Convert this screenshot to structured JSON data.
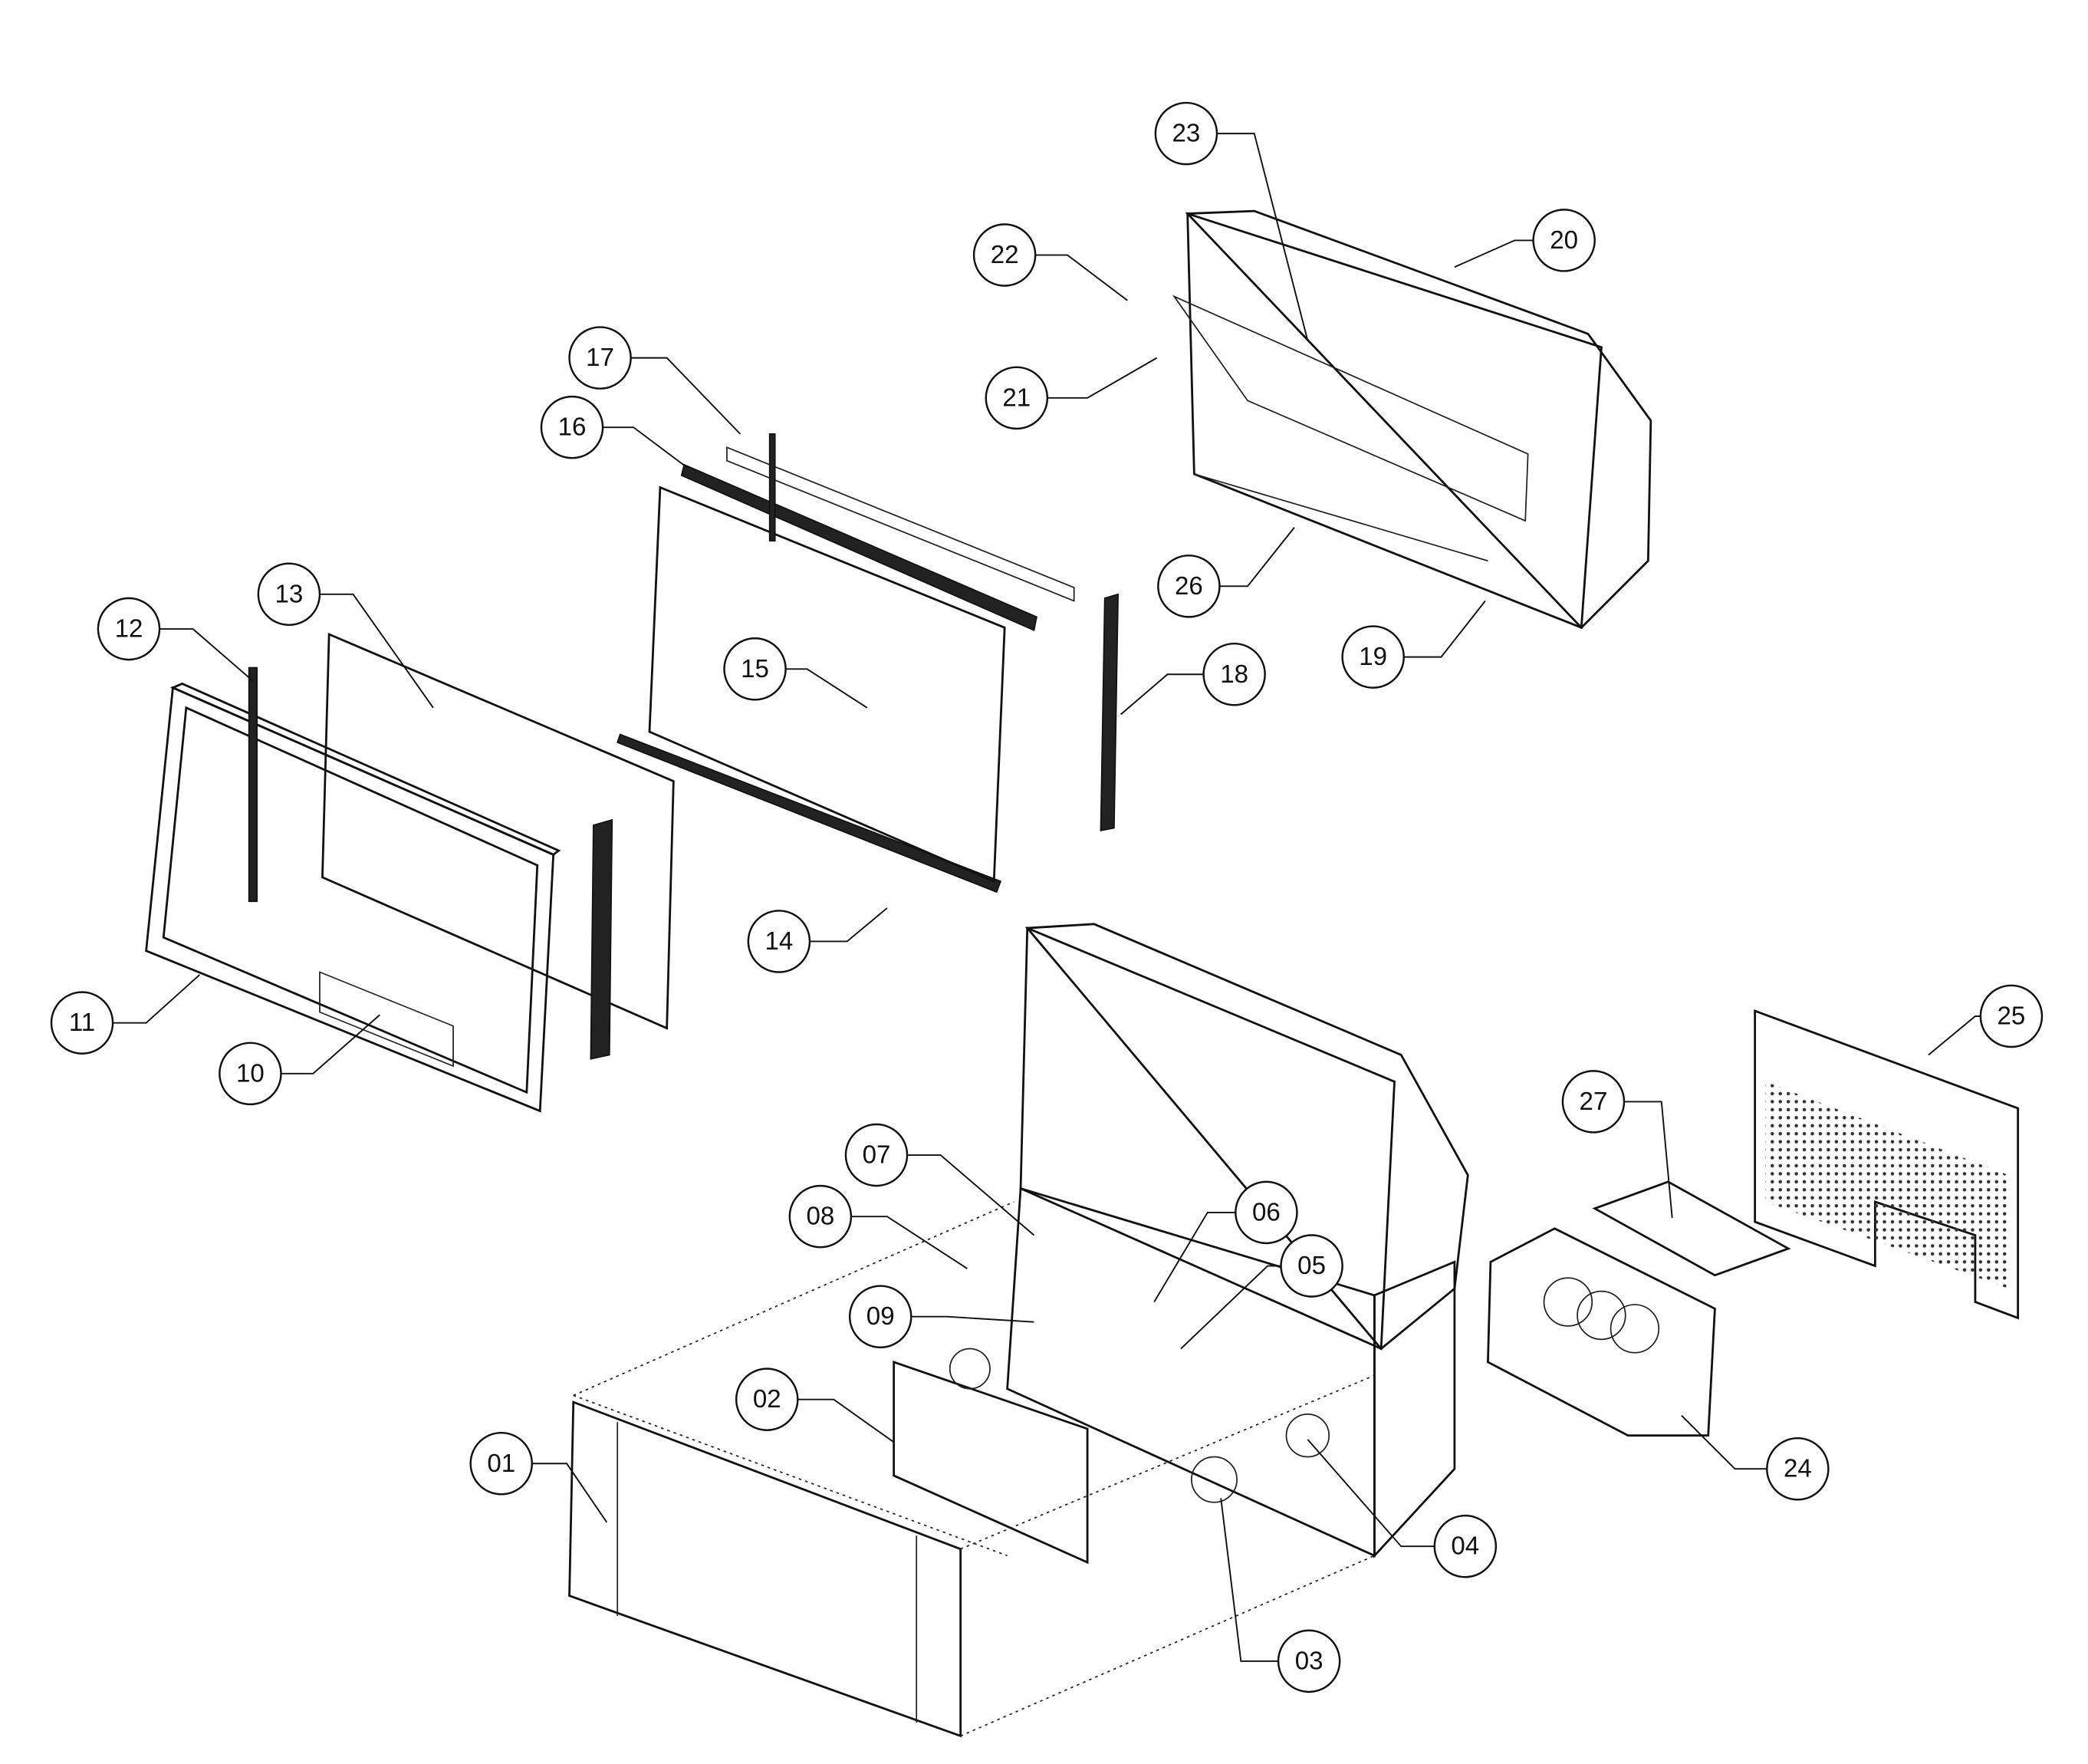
{
  "diagram": {
    "type": "exploded parts diagram",
    "callouts": [
      {
        "label": "01"
      },
      {
        "label": "02"
      },
      {
        "label": "03"
      },
      {
        "label": "04"
      },
      {
        "label": "05"
      },
      {
        "label": "06"
      },
      {
        "label": "07"
      },
      {
        "label": "08"
      },
      {
        "label": "09"
      },
      {
        "label": "10"
      },
      {
        "label": "11"
      },
      {
        "label": "12"
      },
      {
        "label": "13"
      },
      {
        "label": "14"
      },
      {
        "label": "15"
      },
      {
        "label": "16"
      },
      {
        "label": "17"
      },
      {
        "label": "18"
      },
      {
        "label": "19"
      },
      {
        "label": "20"
      },
      {
        "label": "21"
      },
      {
        "label": "22"
      },
      {
        "label": "23"
      },
      {
        "label": "24"
      },
      {
        "label": "25"
      },
      {
        "label": "26"
      },
      {
        "label": "27"
      }
    ]
  }
}
